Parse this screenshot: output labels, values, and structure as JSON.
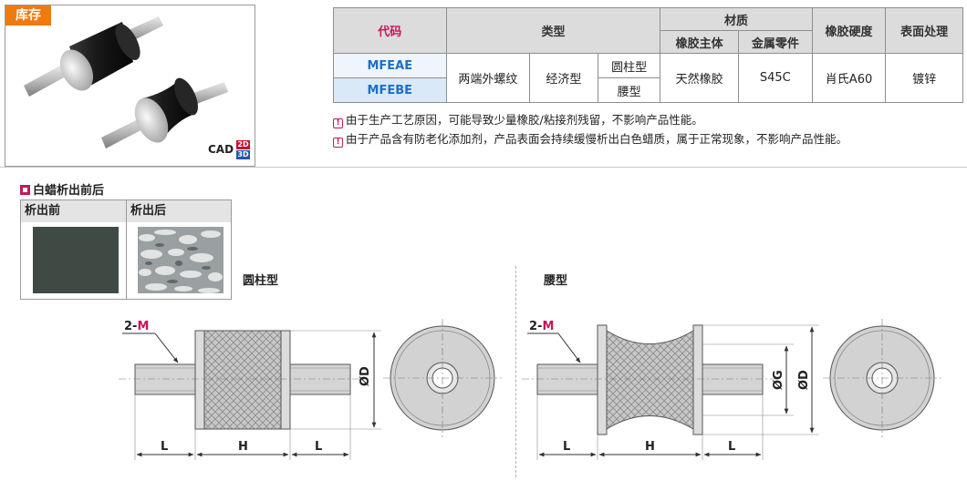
{
  "badge": {
    "stock": "库存"
  },
  "cad": {
    "label": "CAD",
    "d2": "2D",
    "d3": "3D"
  },
  "table": {
    "headers": {
      "code": "代码",
      "type": "类型",
      "material": "材质",
      "rubber_body": "橡胶主体",
      "metal_part": "金属零件",
      "hardness": "橡胶硬度",
      "surface": "表面处理"
    },
    "rows": [
      {
        "code": "MFEAE",
        "shape": "圆柱型"
      },
      {
        "code": "MFEBE",
        "shape": "腰型"
      }
    ],
    "type_thread": "两端外螺纹",
    "type_grade": "经济型",
    "rubber": "天然橡胶",
    "metal": "S45C",
    "hardness": "肖氏A60",
    "surface": "镀锌"
  },
  "notes": [
    "由于生产工艺原因，可能导致少量橡胶/粘接剂残留，不影响产品性能。",
    "由于产品含有防老化添加剂，产品表面会持续缓慢析出白色蜡质，属于正常现象，不影响产品性能。"
  ],
  "wax": {
    "title": "白蜡析出前后",
    "before": "析出前",
    "after": "析出后"
  },
  "drawings": {
    "cylinder": {
      "title": "圆柱型",
      "thread": "2-M",
      "dim_l": "L",
      "dim_h": "H",
      "dim_d": "ØD"
    },
    "waist": {
      "title": "腰型",
      "thread": "2-M",
      "dim_l": "L",
      "dim_h": "H",
      "dim_g": "ØG",
      "dim_d": "ØD"
    }
  },
  "colors": {
    "accent_orange": "#ee7a12",
    "magenta": "#c2185b",
    "code_blue": "#1e6fc4"
  }
}
